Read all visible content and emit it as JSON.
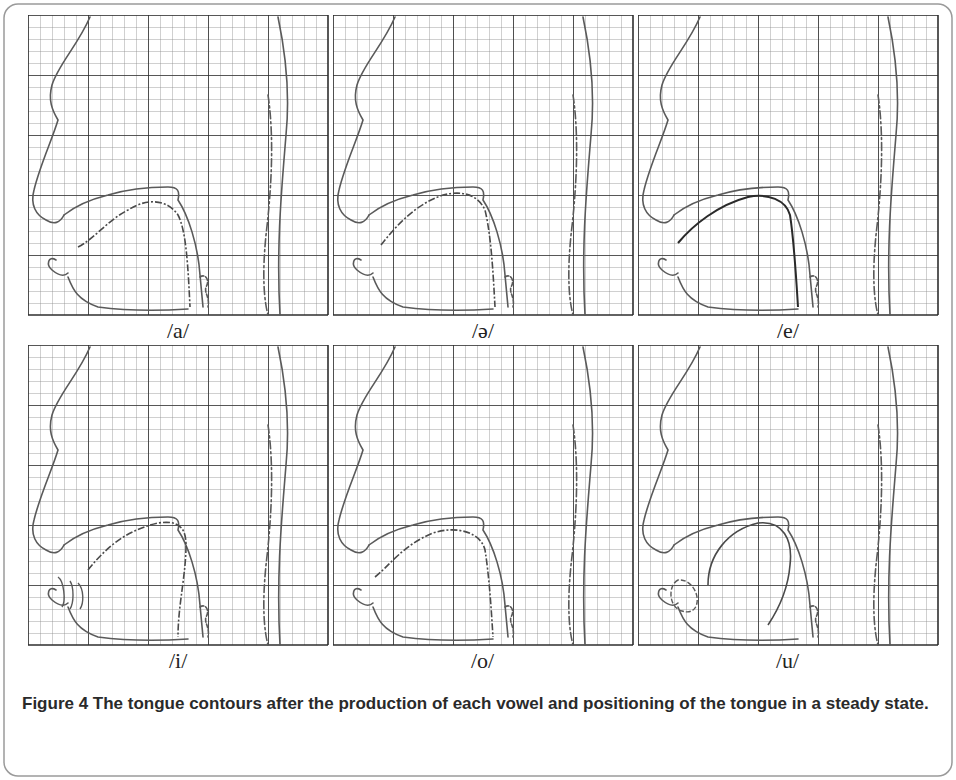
{
  "diagram": {
    "caption": "Figure 4 The tongue contours after the production of each vowel and positioning of the tongue in a steady state.",
    "labels": [
      "/a/",
      "/ə/",
      "/e/",
      "/i/",
      "/o/",
      "/u/"
    ]
  }
}
